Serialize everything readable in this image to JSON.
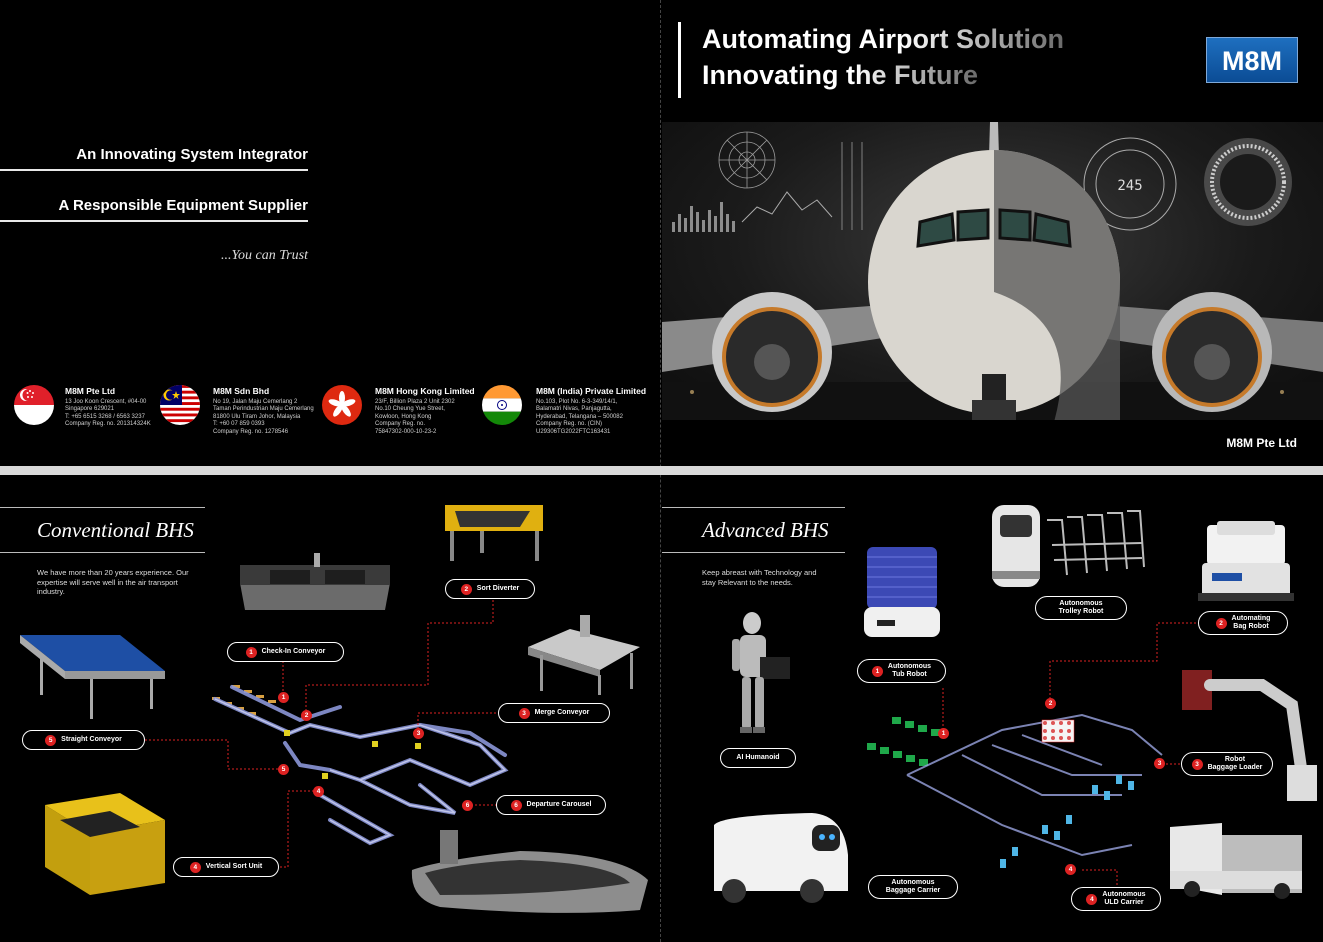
{
  "cover_left": {
    "tagline_1": "An Innovating System Integrator",
    "tagline_2": "A Responsible Equipment Supplier",
    "trust": "...You can Trust",
    "offices": [
      {
        "name": "M8M Pte Ltd",
        "lines": [
          "13 Joo Koon Crescent, #04-00",
          "Singapore 629021",
          "T: +65 6515 3268 / 6563 3237",
          "Company Reg. no. 201314324K"
        ]
      },
      {
        "name": "M8M Sdn Bhd",
        "lines": [
          "No 19, Jalan Maju Cemerlang 2",
          "Taman Perindustrian Maju Cemerlang",
          "81800 Ulu Tiram Johor, Malaysia",
          "T: +60 07 859 0393",
          "Company Reg. no. 1278546"
        ]
      },
      {
        "name": "M8M Hong Kong Limited",
        "lines": [
          "23/F, Billion Plaza 2 Unit 2302",
          "No.10 Cheung Yue Street,",
          "Kowloon, Hong Kong",
          "Company Reg. no.",
          "75847302-000-10-23-2"
        ]
      },
      {
        "name": "M8M (India) Private Limited",
        "lines": [
          "No.103, Plot No. 6-3-349/14/1,",
          "Balamatri Nivas, Panjagutta,",
          "Hyderabad, Telangana – 500082",
          "Company Reg. no. (CIN)",
          "U29306TG2022FTC163431"
        ]
      }
    ]
  },
  "cover_right": {
    "title_1": "Automating Airport Solution",
    "title_2": "Innovating the Future",
    "logo": "M8M",
    "gauge": "245",
    "company": "M8M Pte Ltd"
  },
  "conventional": {
    "title": "Conventional BHS",
    "desc": "We have more than 20 years experience. Our expertise will serve well in the air transport industry.",
    "items": [
      {
        "n": "1",
        "label": "Check-In Conveyor"
      },
      {
        "n": "2",
        "label": "Sort Diverter"
      },
      {
        "n": "3",
        "label": "Merge Conveyor"
      },
      {
        "n": "4",
        "label": "Vertical Sort Unit"
      },
      {
        "n": "5",
        "label": "Straight Conveyor"
      },
      {
        "n": "6",
        "label": "Departure Carousel"
      }
    ]
  },
  "advanced": {
    "title": "Advanced BHS",
    "desc": "Keep abreast with Technology and stay Relevant to the needs.",
    "items": [
      {
        "n": "1",
        "label_1": "Autonomous",
        "label_2": "Tub Robot"
      },
      {
        "n": "2",
        "label_1": "Automating",
        "label_2": "Bag Robot"
      },
      {
        "n": "3",
        "label_1": "Robot",
        "label_2": "Baggage Loader"
      },
      {
        "n": "4",
        "label_1": "Autonomous",
        "label_2": "ULD Carrier"
      }
    ],
    "trolley_1": "Autonomous",
    "trolley_2": "Trolley Robot",
    "humanoid": "AI Humanoid",
    "carrier_1": "Autonomous",
    "carrier_2": "Baggage Carrier"
  },
  "colors": {
    "accent_red": "#dd2222",
    "logo_blue": "#0b4c95",
    "background": "#000000"
  }
}
